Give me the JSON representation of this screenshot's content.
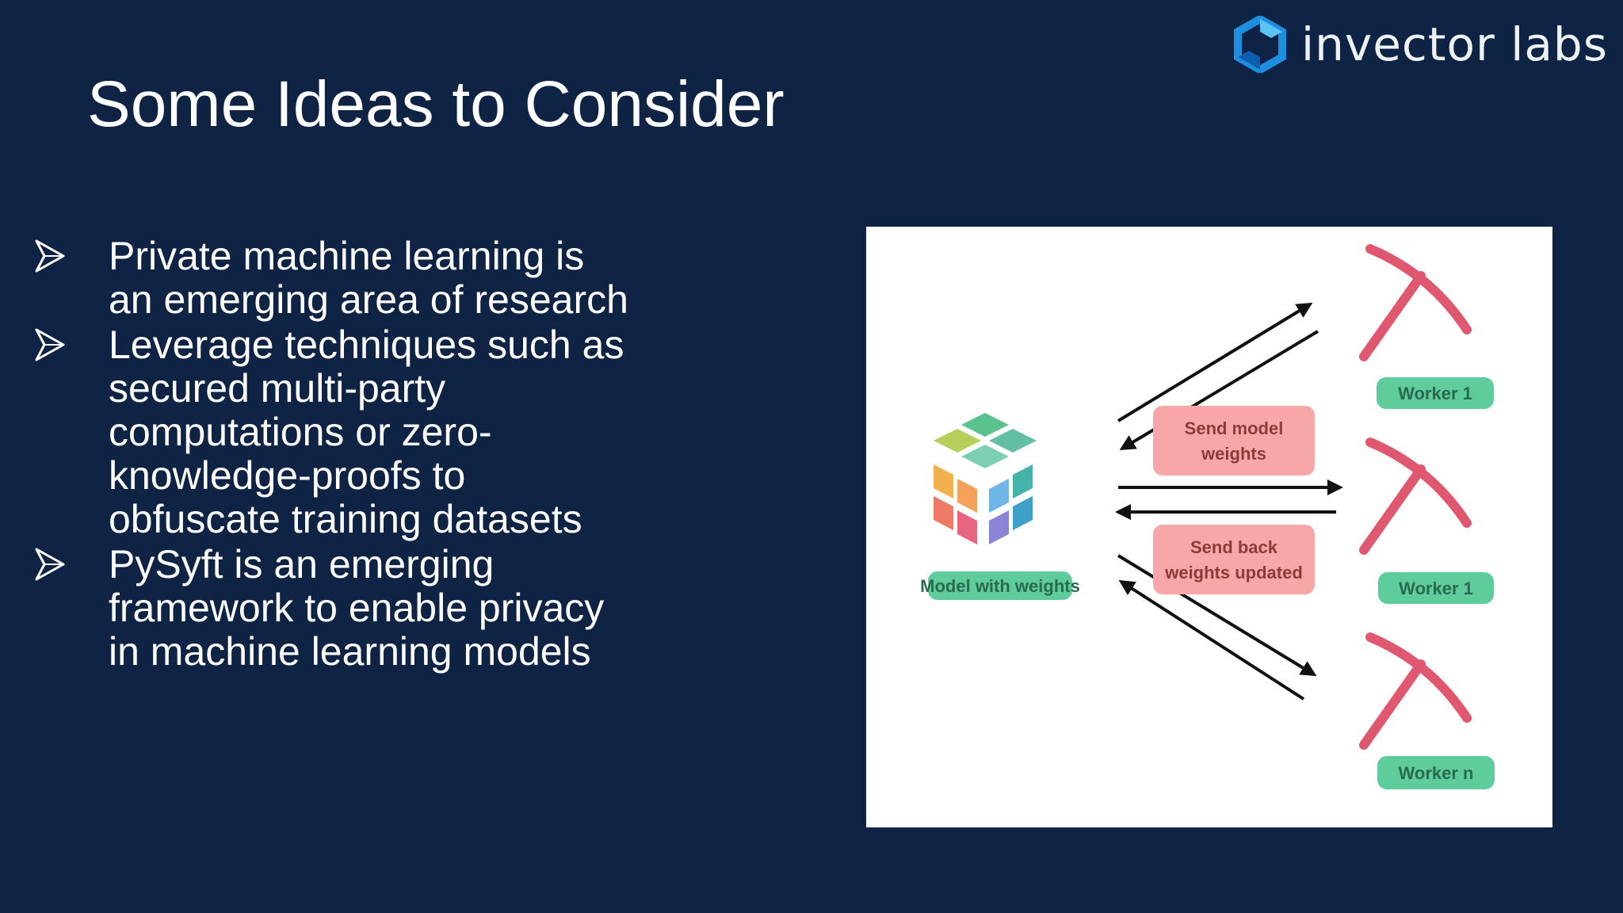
{
  "logo": {
    "text": "invector labs"
  },
  "slide": {
    "title": "Some Ideas to Consider"
  },
  "bullets": [
    "Private machine learning is an emerging area of research",
    "Leverage techniques such as secured multi-party computations or zero-knowledge-proofs to obfuscate training datasets",
    "PySyft is an emerging framework to enable privacy in machine learning models"
  ],
  "diagram": {
    "model_label": "Model with weights",
    "send_label_line1": "Send model",
    "send_label_line2": "weights",
    "back_label_line1": "Send back",
    "back_label_line2": "weights updated",
    "workers": [
      "Worker 1",
      "Worker 1",
      "Worker n"
    ]
  },
  "colors": {
    "background": "#0f2444",
    "worker_pill": "#5fcc9c",
    "note_box": "#f7a8a6",
    "pickaxe": "#e0586f",
    "logo_hex": "#1e8fe0"
  }
}
